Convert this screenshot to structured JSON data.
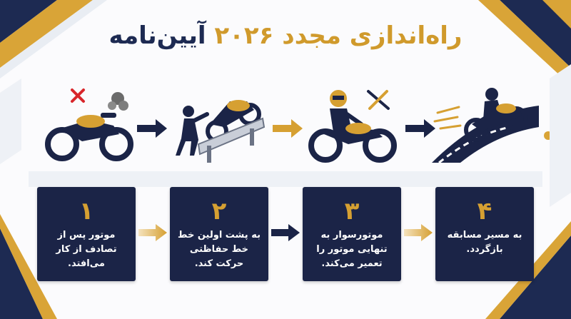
{
  "title": {
    "part_dark": "آیین‌نامه",
    "part_gold": "راه‌اندازی مجدد ۲۰۲۶"
  },
  "steps": [
    {
      "number": "۱",
      "text": "موتور پس از تصادف از کار می‌افتد.",
      "icon": "crashed-motorcycle-icon"
    },
    {
      "number": "۲",
      "text": "به پشت اولین خط خط حفاظتی حرکت کند.",
      "icon": "pushing-motorcycle-icon"
    },
    {
      "number": "۳",
      "text": "موتورسوار به تنهایی موتور را تعمیر می‌کند.",
      "icon": "rider-repair-icon"
    },
    {
      "number": "۴",
      "text": "به مسیر مسابقه بازگردد.",
      "icon": "rider-racing-icon"
    }
  ],
  "colors": {
    "navy": "#1b2447",
    "gold": "#d6a032",
    "red": "#d8262b",
    "gray": "#6b6b6b"
  }
}
